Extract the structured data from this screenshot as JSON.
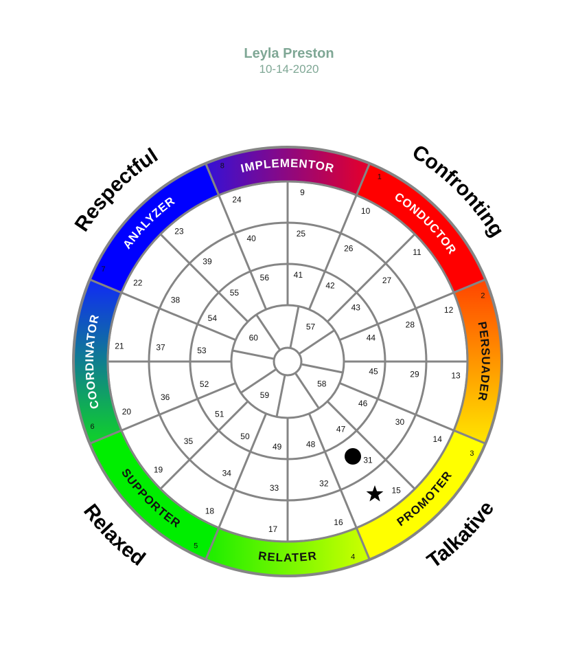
{
  "header": {
    "name": "Leyla Preston",
    "date": "10-14-2020"
  },
  "corners": {
    "top_left": "Respectful",
    "top_right": "Confronting",
    "bottom_left": "Relaxed",
    "bottom_right": "Talkative"
  },
  "segments": [
    {
      "label": "CONDUCTOR",
      "number": "1",
      "color_start": "#ff0000",
      "color_end": "#ff0000",
      "text_color": "#ffffff"
    },
    {
      "label": "PERSUADER",
      "number": "2",
      "color_start": "#ff4a00",
      "color_end": "#ffe000",
      "text_color": "#111111"
    },
    {
      "label": "PROMOTER",
      "number": "3",
      "color_start": "#ffff00",
      "color_end": "#ffff00",
      "text_color": "#111111"
    },
    {
      "label": "RELATER",
      "number": "4",
      "color_start": "#c8ff00",
      "color_end": "#22ee00",
      "text_color": "#111111"
    },
    {
      "label": "SUPPORTER",
      "number": "5",
      "color_start": "#00ee00",
      "color_end": "#00ee00",
      "text_color": "#111111"
    },
    {
      "label": "COORDINATOR",
      "number": "6",
      "color_start": "#10cc30",
      "color_end": "#1030ee",
      "text_color": "#ffffff"
    },
    {
      "label": "ANALYZER",
      "number": "7",
      "color_start": "#0000ff",
      "color_end": "#0000ff",
      "text_color": "#ffffff"
    },
    {
      "label": "IMPLEMENTOR",
      "number": "8",
      "color_start": "#3b10d0",
      "color_end": "#e00030",
      "text_color": "#ffffff"
    }
  ],
  "ring_numbers": {
    "outer": [
      "9",
      "10",
      "11",
      "12",
      "13",
      "14",
      "15",
      "16",
      "17",
      "18",
      "19",
      "20",
      "21",
      "22",
      "23",
      "24"
    ],
    "middle": [
      "25",
      "26",
      "27",
      "28",
      "29",
      "30",
      "31",
      "32",
      "33",
      "34",
      "35",
      "36",
      "37",
      "38",
      "39",
      "40"
    ],
    "inner": [
      "41",
      "42",
      "43",
      "44",
      "45",
      "46",
      "47",
      "48",
      "49",
      "50",
      "51",
      "52",
      "53",
      "54",
      "55",
      "56"
    ],
    "core": [
      "57",
      "58",
      "59",
      "60"
    ]
  },
  "markers": [
    {
      "type": "circle",
      "name": "dot-marker",
      "cell": "31"
    },
    {
      "type": "star",
      "name": "star-marker",
      "cell": "15"
    }
  ],
  "colors": {
    "grid": "#858585",
    "title": "#7fa795"
  }
}
